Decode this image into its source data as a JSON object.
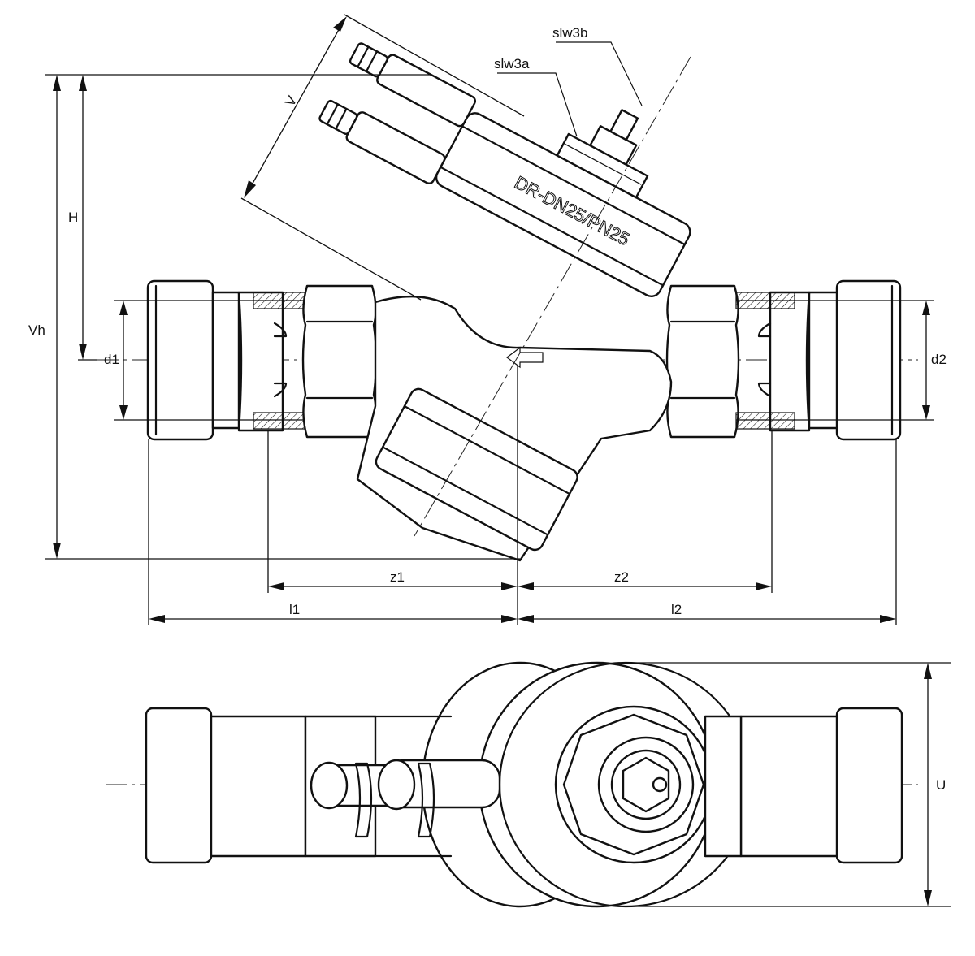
{
  "labels": {
    "slw3b": "slw3b",
    "slw3a": "slw3a",
    "V": "V",
    "H": "H",
    "Vh": "Vh",
    "d1": "d1",
    "d2": "d2",
    "z1": "z1",
    "z2": "z2",
    "l1": "l1",
    "l2": "l2",
    "U": "U"
  },
  "body_marking": "DR-DN25/PN25"
}
